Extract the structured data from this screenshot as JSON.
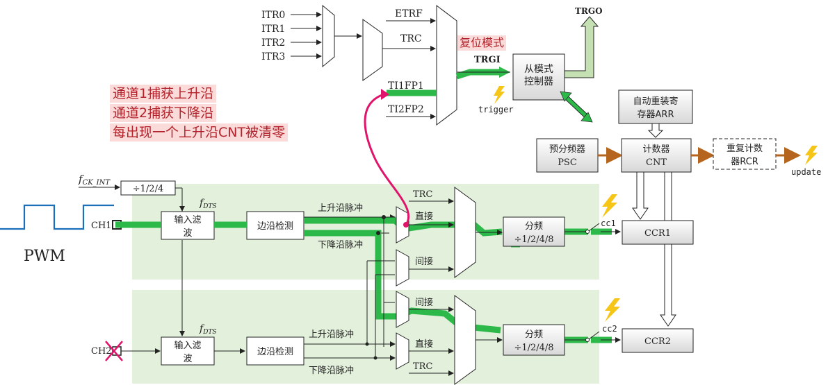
{
  "itr_inputs": [
    "ITR0",
    "ITR1",
    "ITR2",
    "ITR3"
  ],
  "trigger_mux_inputs": {
    "etrf": "ETRF",
    "trc": "TRC",
    "ti1fp1": "TI1FP1",
    "ti2fp2": "TI2FP2"
  },
  "reset_mode_label": "复位模式",
  "trgi_label": "TRGI",
  "trgo_label": "TRGO",
  "slave_controller": [
    "从模式",
    "控制器"
  ],
  "trigger_label": "trigger",
  "notes": [
    "通道1捕获上升沿",
    "通道2捕获下降沿",
    "每出现一个上升沿CNT被清零"
  ],
  "arr_box": [
    "自动重装寄",
    "存器ARR"
  ],
  "psc_box": [
    "预分频器",
    "PSC"
  ],
  "cnt_box": [
    "计数器",
    "CNT"
  ],
  "rcr_box": [
    "重复计数",
    "器RCR"
  ],
  "update_label": "update",
  "fck_int": "f",
  "fck_int_sub": "CK_INT",
  "divider_label": "÷1/2/4",
  "fdts": "f",
  "fdts_sub": "DTS",
  "pwm_label": "PWM",
  "channel1": {
    "pin": "CH1",
    "filter": [
      "输入滤",
      "波"
    ],
    "edge_detect": "边沿检测",
    "rising": "上升沿脉冲",
    "falling": "下降沿脉冲",
    "trc": "TRC",
    "direct": "直接",
    "indirect": "间接",
    "prescaler": [
      "分频",
      "÷1/2/4/8"
    ],
    "cc": "cc1",
    "ccr": "CCR1"
  },
  "channel2": {
    "pin": "CH2",
    "filter": [
      "输入滤",
      "波"
    ],
    "edge_detect": "边沿检测",
    "rising": "上升沿脉冲",
    "falling": "下降沿脉冲",
    "trc": "TRC",
    "direct": "直接",
    "indirect": "间接",
    "prescaler": [
      "分频",
      "÷1/2/4/8"
    ],
    "cc": "cc2",
    "ccr": "CCR2"
  },
  "colors": {
    "highlight": "#2db84a",
    "panel": "#e3f1dc",
    "note_bg": "#fbdada",
    "note_text": "#b2222a",
    "magenta": "#e0146a",
    "orange_arrow": "#b5651d",
    "lightning": "#f5c518",
    "trgo_arrow": "#c5e0b3"
  }
}
